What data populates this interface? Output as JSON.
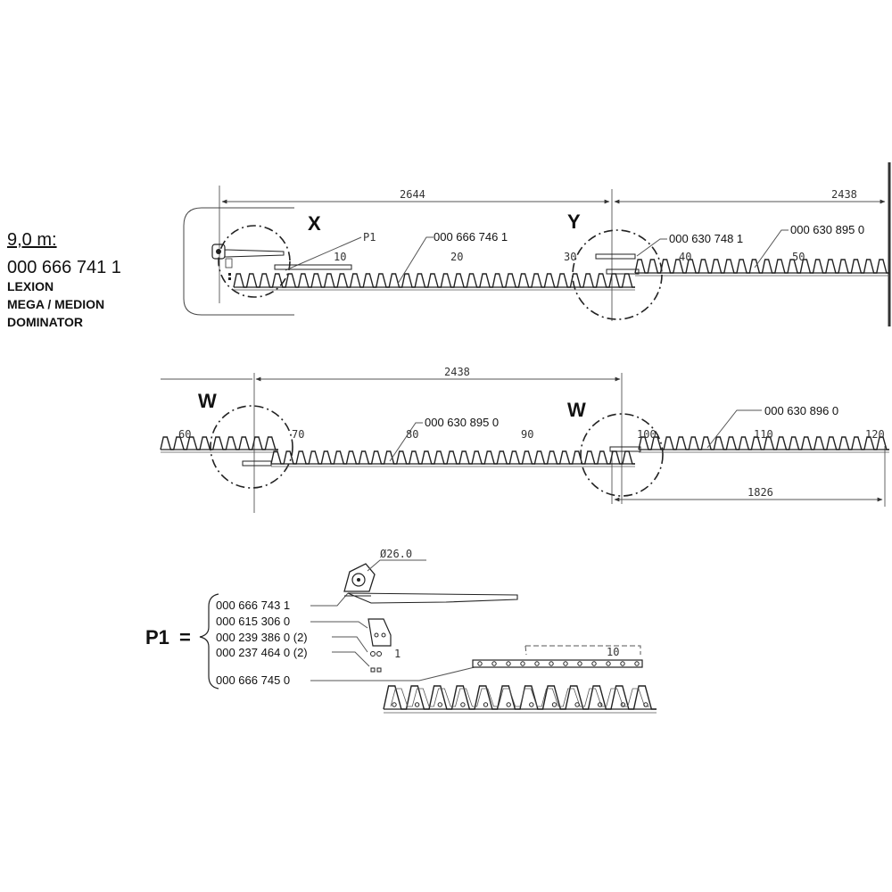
{
  "header": {
    "size": "9,0 m:",
    "part_number": "000 666 741 1",
    "models": [
      "LEXION",
      "MEGA / MEDION",
      "DOMINATOR"
    ]
  },
  "dimensions": {
    "top_left": "2644",
    "top_right": "2438",
    "middle": "2438",
    "bottom_right": "1826",
    "diameter": "Ø26.0"
  },
  "detail_markers": {
    "x": "X",
    "y": "Y",
    "w_left": "W",
    "w_right": "W",
    "p1": "P1"
  },
  "tooth_counts": {
    "row1": [
      "10",
      "20",
      "30",
      "40",
      "50"
    ],
    "row2": [
      "60",
      "70",
      "80",
      "90",
      "100",
      "110",
      "120"
    ],
    "p1": [
      "1",
      "10"
    ]
  },
  "callouts": {
    "p1_ref": "P1",
    "row1_a": "000 666 746 1",
    "row1_b": "000 630 748 1",
    "row1_c": "000 630 895 0",
    "row2_a": "000 630 895 0",
    "row2_b": "000 630 896 0"
  },
  "p1_group": {
    "equals": "=",
    "parts": [
      "000 666 743 1",
      "000 615 306 0",
      "000 239 386 0 (2)",
      "000 237 464 0 (2)",
      "000 666 745 0"
    ]
  }
}
